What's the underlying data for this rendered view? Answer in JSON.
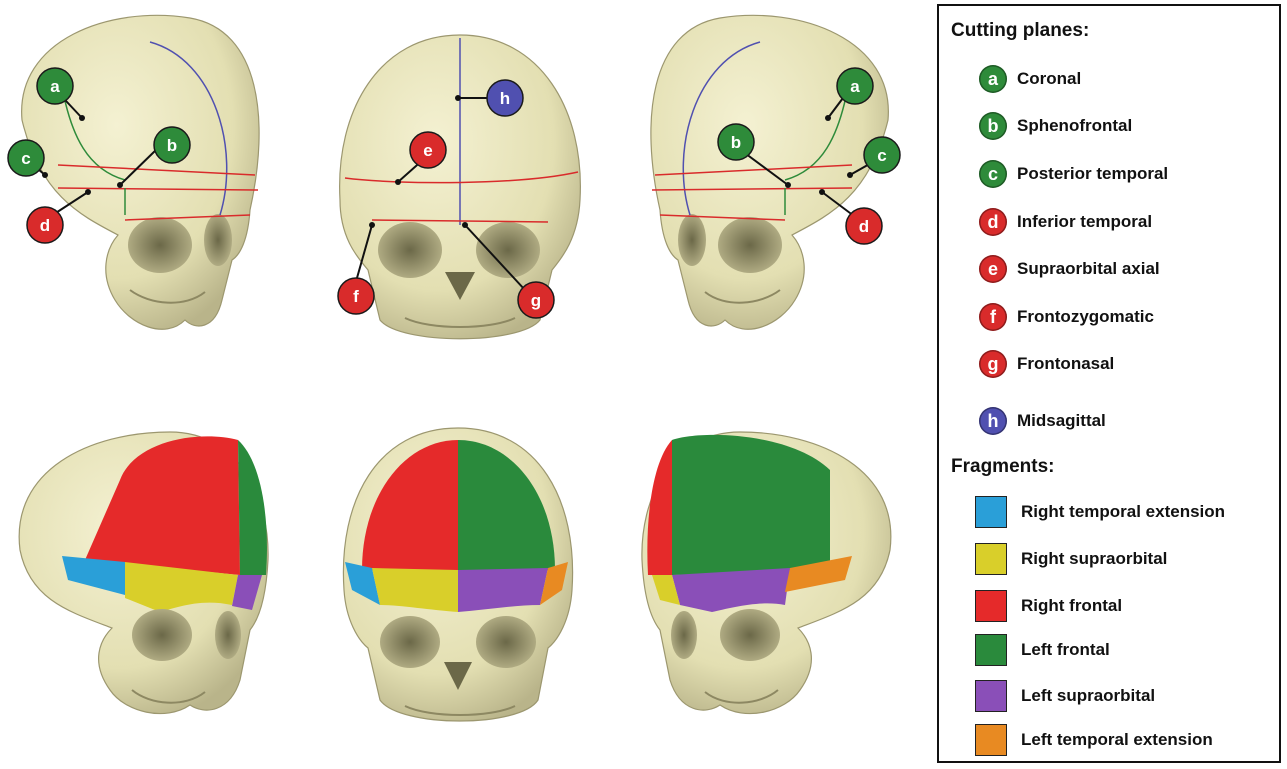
{
  "colors": {
    "bone": "#e6e2b8",
    "bone_dark": "#b9b48a",
    "green_plane": "#2e8b3a",
    "red_plane": "#d92b2b",
    "blue_plane": "#5050b0"
  },
  "legend": {
    "planes_heading": "Cutting planes:",
    "planes": [
      {
        "letter": "a",
        "label": "Coronal",
        "color": "#2e8b3a"
      },
      {
        "letter": "b",
        "label": "Sphenofrontal",
        "color": "#2e8b3a"
      },
      {
        "letter": "c",
        "label": "Posterior temporal",
        "color": "#2e8b3a"
      },
      {
        "letter": "d",
        "label": "Inferior temporal",
        "color": "#d92b2b"
      },
      {
        "letter": "e",
        "label": "Supraorbital axial",
        "color": "#d92b2b"
      },
      {
        "letter": "f",
        "label": "Frontozygomatic",
        "color": "#d92b2b"
      },
      {
        "letter": "g",
        "label": "Frontonasal",
        "color": "#d92b2b"
      },
      {
        "letter": "h",
        "label": "Midsagittal",
        "color": "#5050b0"
      }
    ],
    "fragments_heading": "Fragments:",
    "fragments": [
      {
        "label": "Right temporal extension",
        "color": "#2a9fd8"
      },
      {
        "label": "Right supraorbital",
        "color": "#d9cf2a"
      },
      {
        "label": "Right frontal",
        "color": "#e52a2a"
      },
      {
        "label": "Left frontal",
        "color": "#2a8a3c"
      },
      {
        "label": "Left supraorbital",
        "color": "#8a4fb8"
      },
      {
        "label": "Left temporal extension",
        "color": "#e88a22"
      }
    ]
  },
  "callouts": {
    "left_view": [
      "a",
      "b",
      "c",
      "d"
    ],
    "front_view": [
      "e",
      "f",
      "g",
      "h"
    ],
    "right_view": [
      "a",
      "b",
      "c",
      "d"
    ]
  }
}
